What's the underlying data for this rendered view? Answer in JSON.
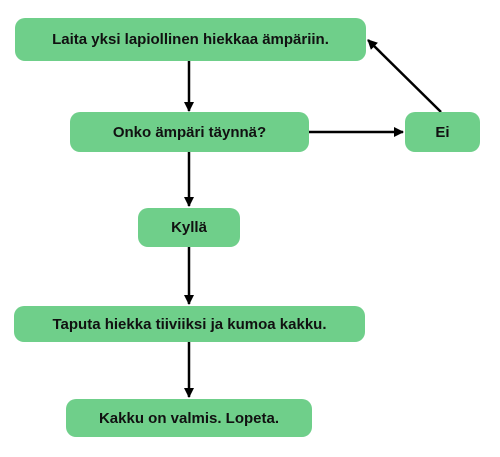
{
  "flowchart": {
    "steps": {
      "fill_bucket": "Laita yksi lapiollinen hiekkaa ämpäriin.",
      "is_full": "Onko ämpäri täynnä?",
      "no": "Ei",
      "yes": "Kyllä",
      "pat_and_flip": "Taputa hiekka tiiviiksi ja kumoa kakku.",
      "done": "Kakku on valmis. Lopeta."
    },
    "colors": {
      "node_fill": "#6fcf8a",
      "arrow": "#000000"
    }
  }
}
